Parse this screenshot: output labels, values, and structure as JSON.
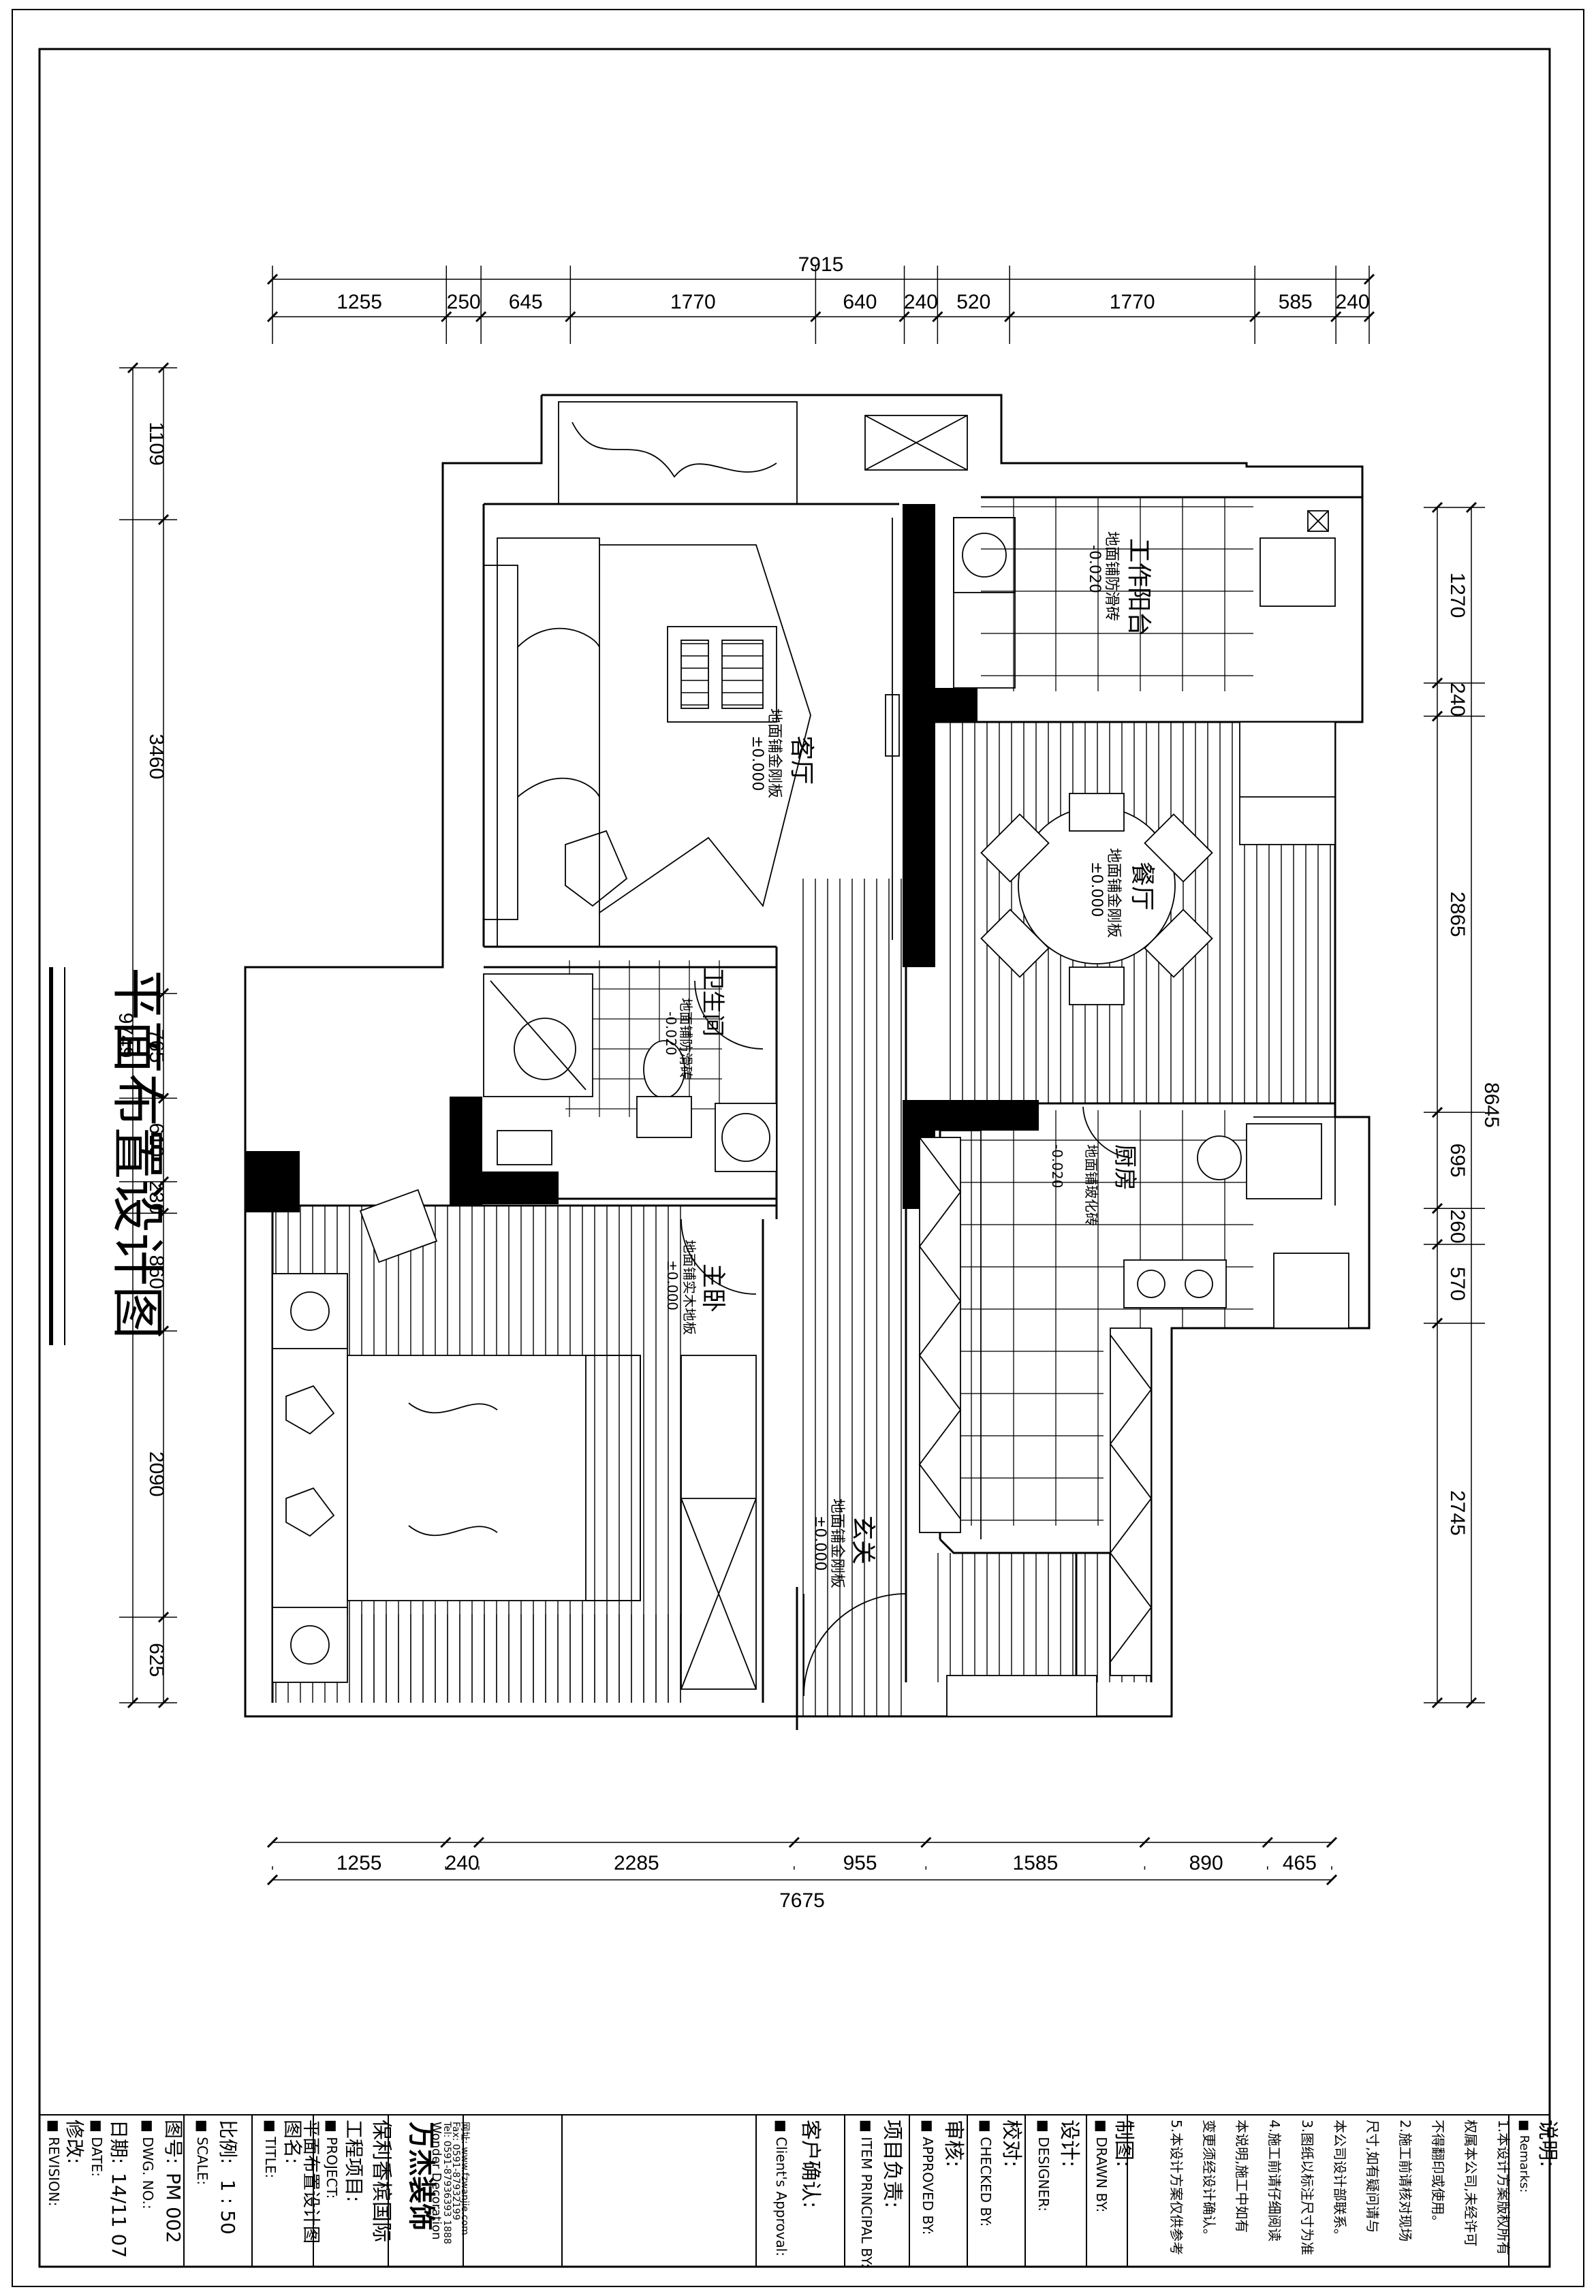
{
  "sheet": {
    "title": "平面布置设计图"
  },
  "dimensions": {
    "top_total": "7915",
    "top_segments": [
      "1255",
      "250",
      "645",
      "1770",
      "640",
      "240",
      "520",
      "1770",
      "585",
      "240"
    ],
    "bottom_total": "7675",
    "bottom_segments": [
      "1255",
      "240",
      "2285",
      "955",
      "1585",
      "890",
      "465"
    ],
    "left_total": "9749",
    "left_segments": [
      "1109",
      "3460",
      "765",
      "610",
      "230",
      "860",
      "2090",
      "625"
    ],
    "right_total": "8645",
    "right_segments": [
      "1270",
      "240",
      "2865",
      "695",
      "260",
      "570",
      "2745"
    ]
  },
  "rooms": {
    "living": {
      "name": "客厅",
      "floor": "地面铺金刚板",
      "level": "±0.000"
    },
    "dining": {
      "name": "餐厅",
      "floor": "地面铺金刚板",
      "level": "±0.000"
    },
    "work_balcony": {
      "name": "工作阳台",
      "floor": "地面铺防滑砖",
      "level": "-0.020"
    },
    "bathroom": {
      "name": "卫生间",
      "floor": "地面铺防滑砖",
      "level": "-0.020"
    },
    "kitchen": {
      "name": "厨房",
      "floor": "地面铺玻化砖",
      "level": "-0.020"
    },
    "master_bedroom": {
      "name": "主卧",
      "floor": "地面铺实木地板",
      "level": "±0.000"
    },
    "corridor": {
      "name": "玄关",
      "floor": "地面铺金刚板",
      "level": "±0.000"
    }
  },
  "title_block": {
    "remarks_label": "■ Remarks:",
    "remarks_title": "说明:",
    "remarks_lines": [
      "1.本设计方案版权所有",
      "权属本公司,未经许可",
      "不得翻印或使用。",
      "2.施工前请核对现场",
      "尺寸,如有疑问请与",
      "本公司设计部联系。",
      "3.图纸以标注尺寸为准",
      "4.施工前请仔细阅读",
      "本说明,施工中如有",
      "变更须经设计确认。",
      "5.本设计方案仅供参考"
    ],
    "drawn_label": "■ DRAWN BY:",
    "drawn": "制图:",
    "design_label": "■ DESIGNER:",
    "design": "设计:",
    "checked_label": "■ CHECKED BY:",
    "checked": "校对:",
    "approved_label": "■ APPROVED BY:",
    "approved": "审核:",
    "principal_label": "■ ITEM PRINCIPAL BY:",
    "principal": "项目负责:",
    "client_label": "■ Client's Approval:",
    "client": "客户确认:",
    "company_logo": "万杰装饰",
    "company_en": "Wonder Decoration",
    "company_tel": "Tel: 0591-87936393 1888",
    "company_fax": "Fax: 0591-87932199",
    "company_web": "网址: www.fzwanjie.com",
    "project_label": "■ PROJECT:",
    "project": "工程项目:",
    "project_name": "保利香槟国际",
    "drawing_title_label": "■ TITLE:",
    "drawing_title": "图名:",
    "drawing_title_value": "平面布置设计图",
    "scale_label": "■ SCALE:",
    "scale": "比例:",
    "scale_value": "1 : 50",
    "drawing_no_label": "■ DWG. NO.:",
    "drawing_no": "图号:",
    "drawing_no_value": "PM 002",
    "date_label": "■ DATE:",
    "date": "日期:",
    "date_value": "14/11 07",
    "revision_label": "■ REVISION:",
    "revision": "修改:"
  }
}
